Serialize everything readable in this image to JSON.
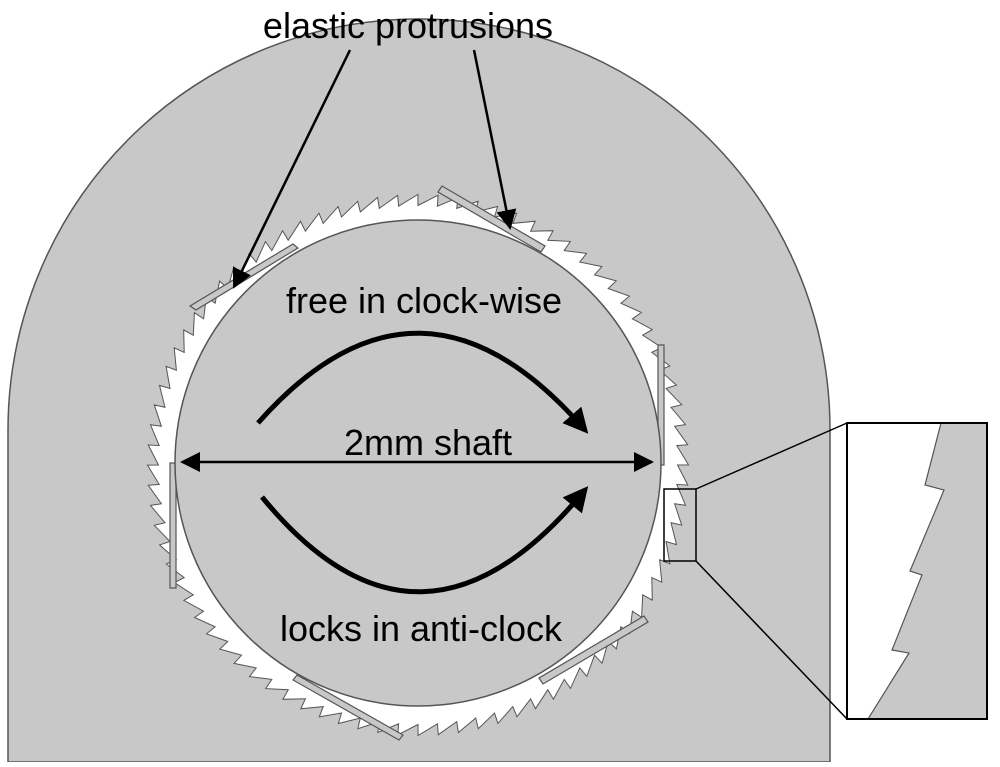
{
  "labels": {
    "top": "elastic protrusions",
    "free": "free in clock-wise",
    "shaft": "2mm shaft",
    "locks": "locks in anti-clock"
  },
  "colors": {
    "body": "#c8c8c8",
    "outline": "#555555",
    "ink": "#000000",
    "background": "#ffffff"
  }
}
